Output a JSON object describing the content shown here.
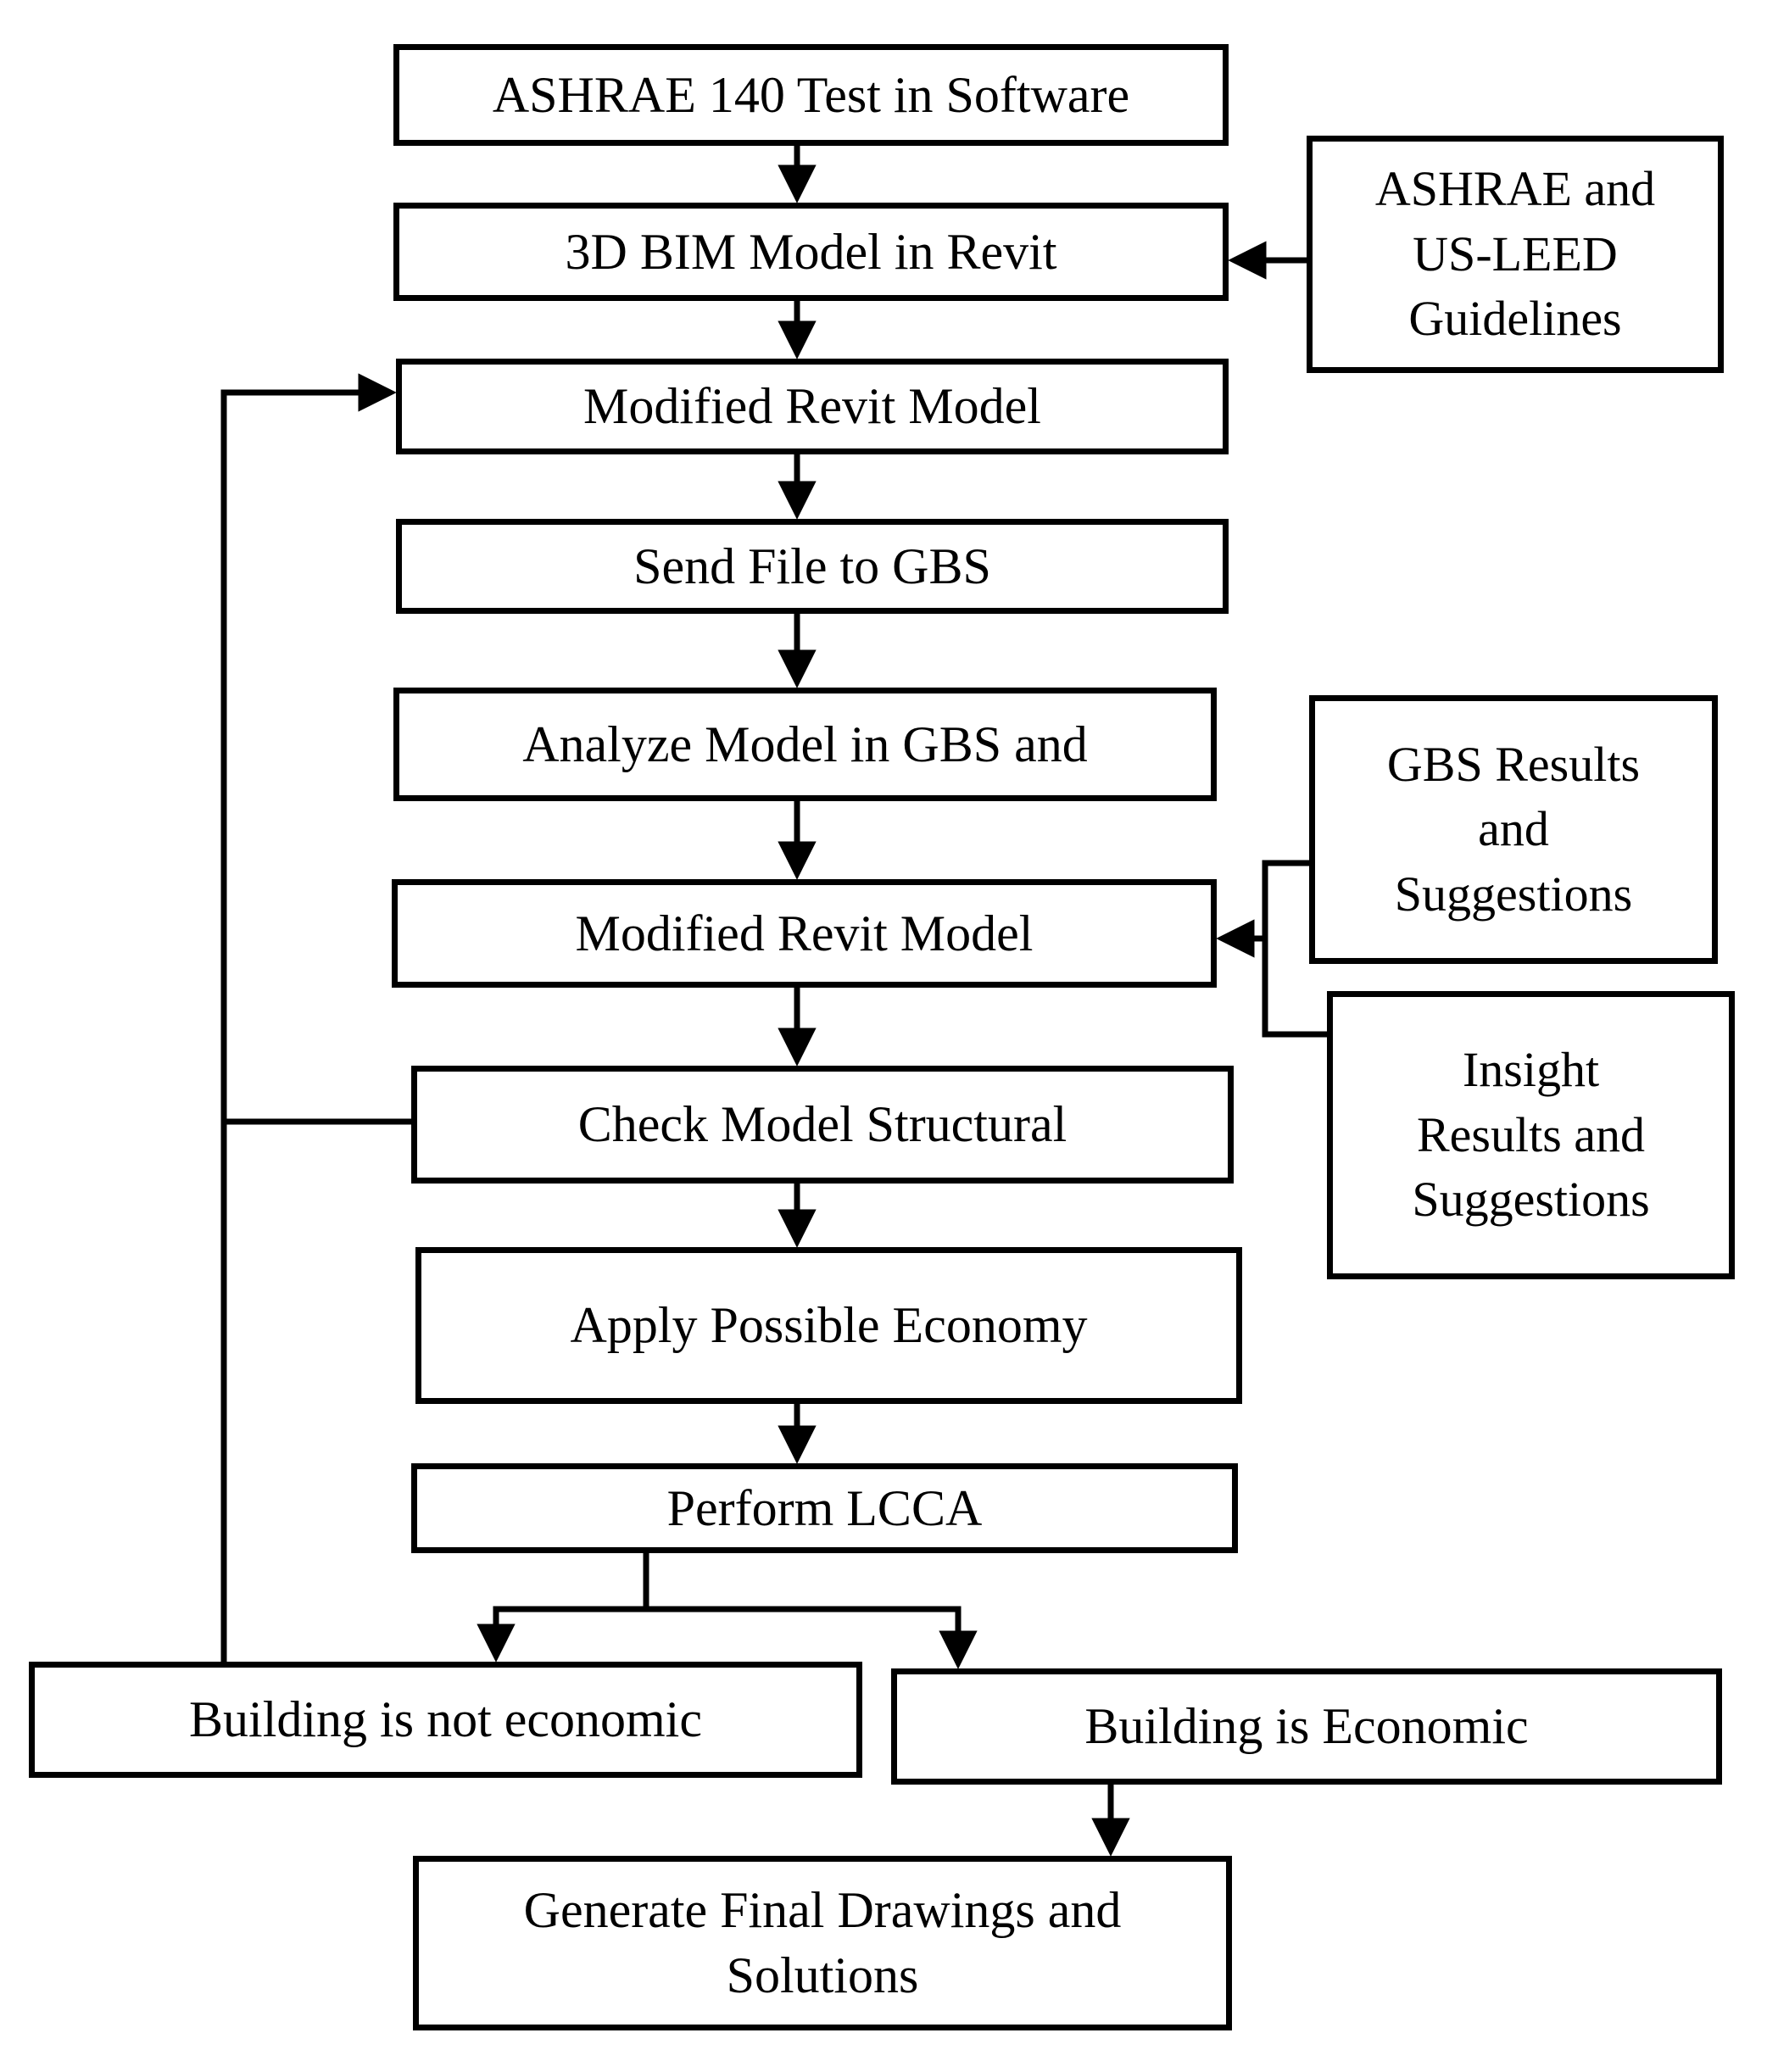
{
  "colors": {
    "background": "#ffffff",
    "line": "#000000",
    "text": "#000000",
    "box_fill": "#ffffff"
  },
  "nodes": {
    "ashrae_test": "ASHRAE 140 Test in Software",
    "bim_model": "3D BIM Model in Revit",
    "modified_revit_1": "Modified Revit Model",
    "send_file": "Send File to GBS",
    "analyze_model": "Analyze Model in GBS and",
    "modified_revit_2": "Modified Revit Model",
    "check_structural": "Check Model Structural",
    "apply_economy": "Apply Possible Economy",
    "perform_lcca": "Perform LCCA",
    "not_economic": "Building is not economic",
    "economic": "Building is Economic",
    "generate_final": [
      "Generate Final Drawings and",
      "Solutions"
    ],
    "guidelines": [
      "ASHRAE and",
      "US-LEED",
      "Guidelines"
    ],
    "gbs_results": [
      "GBS Results",
      "and",
      "Suggestions"
    ],
    "insight_results": [
      "Insight",
      "Results and",
      "Suggestions"
    ]
  }
}
